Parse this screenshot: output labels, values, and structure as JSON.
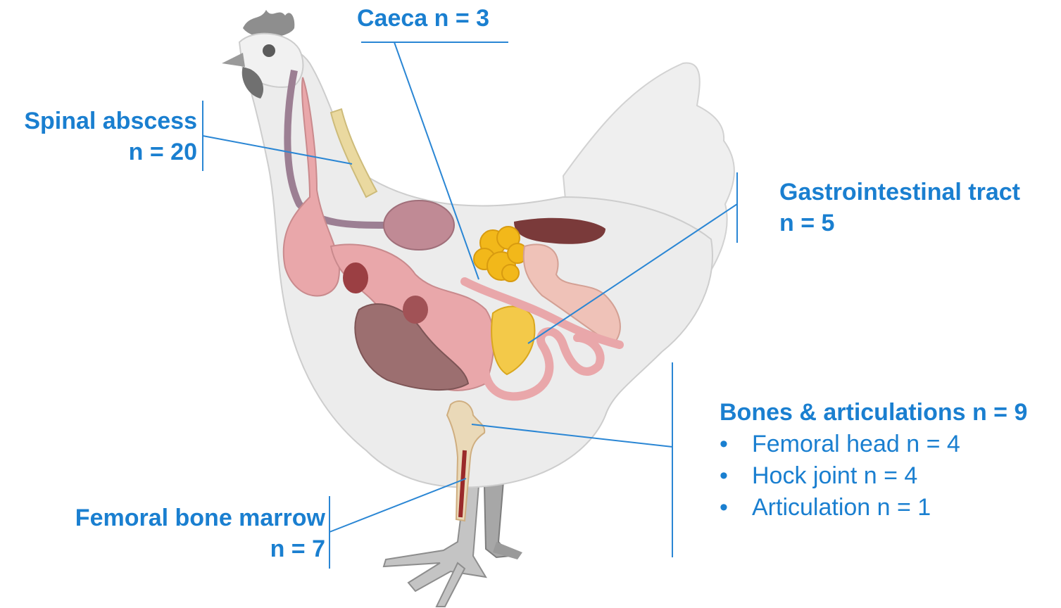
{
  "labels": {
    "caeca": "Caeca n = 3",
    "spinal": {
      "title": "Spinal abscess",
      "count": "n = 20"
    },
    "gi": {
      "title": "Gastrointestinal tract",
      "count": "n = 5"
    },
    "bones": {
      "title": "Bones & articulations n = 9",
      "items": [
        "Femoral head n = 4",
        "Hock joint n = 4",
        "Articulation n = 1"
      ]
    },
    "femoral": {
      "title": "Femoral bone marrow",
      "count": "n = 7"
    }
  },
  "colors": {
    "label": "#1a7fd0",
    "line": "#2a86d4",
    "body": "#ededed",
    "outline": "#cfcfcf"
  }
}
